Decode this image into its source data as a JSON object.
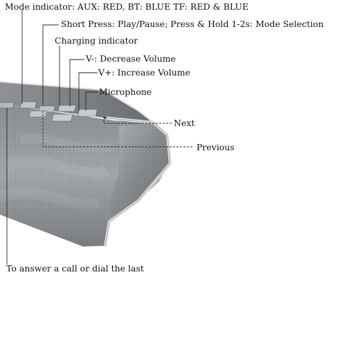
{
  "annotations": {
    "mode_indicator": "Mode indicator: AUX: RED, BT: BLUE TF: RED & BLUE",
    "short_press": "Short Press: Play/Pause; Press & Hold 1-2s: Mode Selection",
    "charging_indicator": "Charging indicator",
    "volume_down": "V-: Decrease Volume",
    "volume_up": "V+: Increase Volume",
    "microphone": "Microphone",
    "next": "Next",
    "previous": "Previous",
    "call": "To answer a call or dial the last"
  },
  "colors": {
    "body_dark": "#6f7275",
    "body_mid": "#9a9d9f",
    "body_light": "#c9cbcd",
    "trim": "#e9eaeb",
    "leader": "#222222"
  }
}
